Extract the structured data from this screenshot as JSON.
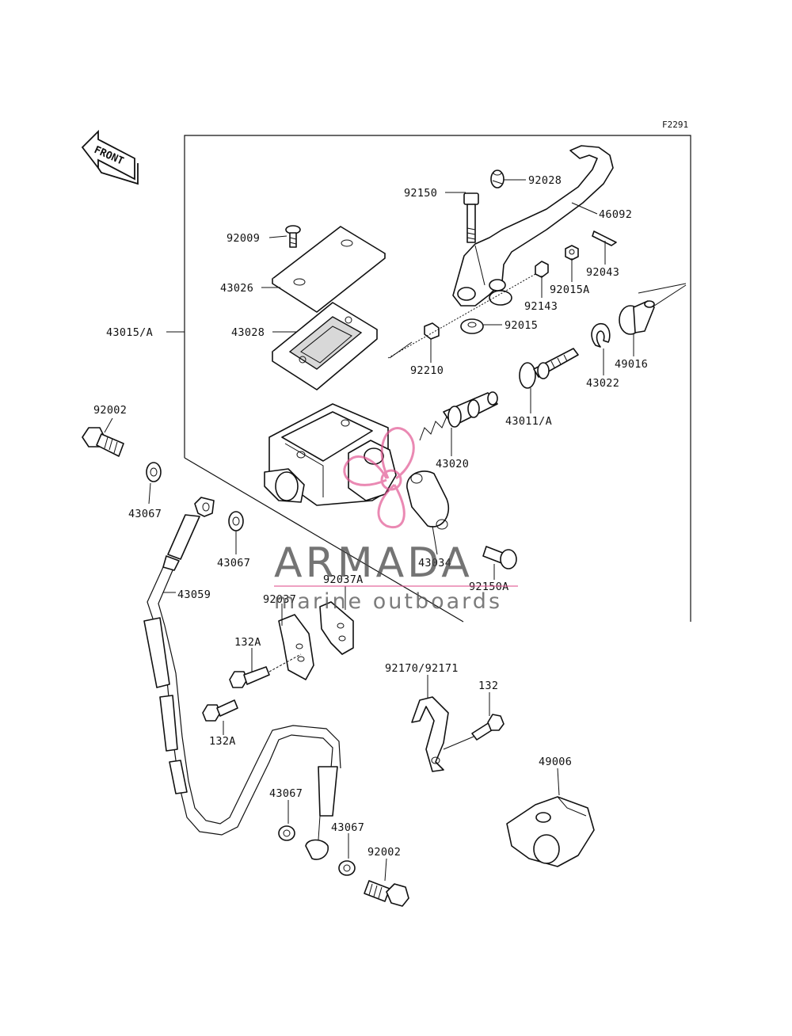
{
  "figure_code": "F2291",
  "front_label": "FRONT",
  "watermark": {
    "brand": "ARMADA",
    "tagline": "marine outboards",
    "accent_color": "#e0528f",
    "text_color": "#4a4a4a"
  },
  "part_labels": {
    "p92028": "92028",
    "p46092": "46092",
    "p92150": "92150",
    "p92009": "92009",
    "p92043": "92043",
    "p43026": "43026",
    "p92015A": "92015A",
    "p92143": "92143",
    "p43015A": "43015/A",
    "p43028": "43028",
    "p92015": "92015",
    "p49016": "49016",
    "p92210": "92210",
    "p43022": "43022",
    "p92002a": "92002",
    "p43011A": "43011/A",
    "p43020": "43020",
    "p43067a": "43067",
    "p43067b": "43067",
    "p43034": "43034",
    "p92150A": "92150A",
    "p43059": "43059",
    "p92037": "92037",
    "p92037A": "92037A",
    "p132Aa": "132A",
    "p132Ab": "132A",
    "p92170": "92170/92171",
    "p132": "132",
    "p49006": "49006",
    "p43067c": "43067",
    "p43067d": "43067",
    "p92002b": "92002"
  }
}
